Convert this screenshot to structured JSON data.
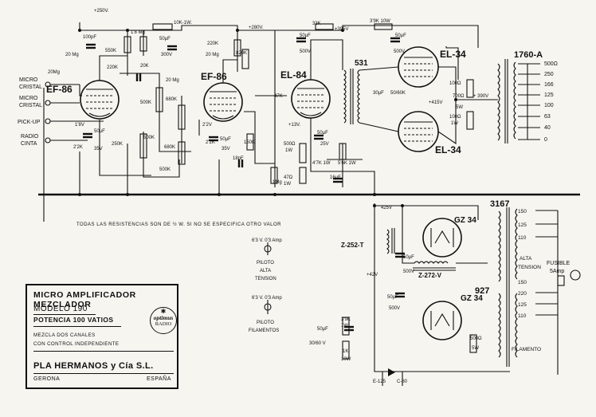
{
  "tubes": {
    "ef86_1": "EF-86",
    "ef86_2": "EF-86",
    "el84": "EL-84",
    "el34_top": "EL-34",
    "el34_bottom": "EL-34",
    "gz34_top": "GZ 34",
    "gz34_bottom": "GZ 34"
  },
  "transformers": {
    "output": "1760-A",
    "power": "3167",
    "interstage": "531",
    "choke1": "Z-252-T",
    "choke2": "Z-272-V",
    "filament": "927"
  },
  "inputs": {
    "micro1": "MICRO",
    "micro1b": "CRISTAL",
    "micro2": "MICRO",
    "micro2b": "CRISTAL",
    "pickup": "PICK-UP",
    "radio": "RADIO",
    "radio2": "CINTA"
  },
  "output_taps": [
    "500Ω",
    "250",
    "166",
    "125",
    "100",
    "63",
    "40",
    "0"
  ],
  "mains_taps": [
    "150",
    "125",
    "110",
    "220",
    "125",
    "110",
    "150"
  ],
  "note": "TODAS LAS RESISTENCIAS SON DE ½ W. SI NO SE ESPECIFICA OTRO VALOR",
  "pilots": {
    "p1_rating": "6'3 V. 0'3 Amp",
    "p1_label": "PILOTO",
    "p1_label2": "ALTA",
    "p1_label3": "TENSION",
    "p2_rating": "6'3 V. 0'3 Amp",
    "p2_label": "PILOTO",
    "p2_label2": "FILAMENTOS"
  },
  "mains": {
    "fuse": "FUSIBLE",
    "fuse2": "5Amp",
    "alta": "ALTA",
    "tension": "TENSION",
    "filamento": "FILAMENTO"
  },
  "components": {
    "v250": "+250V.",
    "c100pf": "100pF",
    "r550k": "550K",
    "r1m": "1'8 Mg",
    "r20m_a": "20 Mg",
    "r20m_b": "20Mg",
    "r220k_a": "220K",
    "r20k": "20K",
    "r500k_a": "500K",
    "r10k1w": "10K-1W.",
    "c50uf_a": "50μF",
    "v300": "300V",
    "r220k_b": "220K",
    "r820k": "820K",
    "v280": "+280V.",
    "r20m_c": "20 Mg",
    "r20m_d": "20 Mg",
    "r680k_a": "680K",
    "r680k_b": "680K",
    "r500k_b": "500K",
    "r500k_c": "500K",
    "r250k": "250K",
    "r2k2": "2'2K",
    "v18": "1'8V",
    "c50uf_b": "50μF",
    "v35": "35V",
    "r22v": "2'2V",
    "r2k2b": "2'2K",
    "c50uf_c": "50μF",
    "v35b": "35V",
    "r150k": "150K",
    "c18pf": "18pF",
    "r1mg": "1Mg",
    "r47k": "47K",
    "v13": "+13V.",
    "r500": "500Ω",
    "r1w": "1W",
    "r47ohm": "47Ω",
    "r1w_b": "1W",
    "c50uf_d": "50μF",
    "v25": "25V",
    "r47k1w": "4'7K 1W",
    "r5k1w": "5'6K 1W",
    "c16uf": "16μF",
    "r33k": "33K",
    "v395": "+395V",
    "c50uf_e": "50μF",
    "v500": "500V",
    "r39k": "3'9K 10W",
    "c50uf_f": "50μF",
    "v500b": "500V",
    "r100": "100Ω",
    "r700": "700Ω",
    "r5w": "5W",
    "r100b": "100Ω",
    "r1w_c": "1W",
    "v415": "+415V",
    "v390": "+ 390V",
    "c30uf": "30μF",
    "c30uf2": "50/60K",
    "v425": "425V",
    "v42": "+42V",
    "c50uf_g": "50μF",
    "v500c": "500V",
    "c50uf_h": "50μF",
    "v500d": "500V",
    "r39k_b": "3'9K",
    "r1w_d": "1W",
    "r1k": "1K",
    "r10w": "10W",
    "c50uf_i": "50μF",
    "c50uf_i2": "30/60 V",
    "r500_b": "500Ω",
    "r5w_b": "5W",
    "e125": "E-125",
    "e80": "C-80"
  },
  "title_block": {
    "title": "MICRO AMPLIFICADOR MEZCLADOR",
    "modelo": "MODELO  190",
    "potencia": "POTENCIA 100 VATIOS",
    "mezcla1": "MEZCLA DOS CANALES",
    "mezcla2": "CON CONTROL INDEPENDIENTE",
    "maker": "PLA HERMANOS y Cía S.L.",
    "city": "GERONA",
    "country": "ESPAÑA",
    "logo_brand": "optimus",
    "logo_sub": "RADIO"
  }
}
